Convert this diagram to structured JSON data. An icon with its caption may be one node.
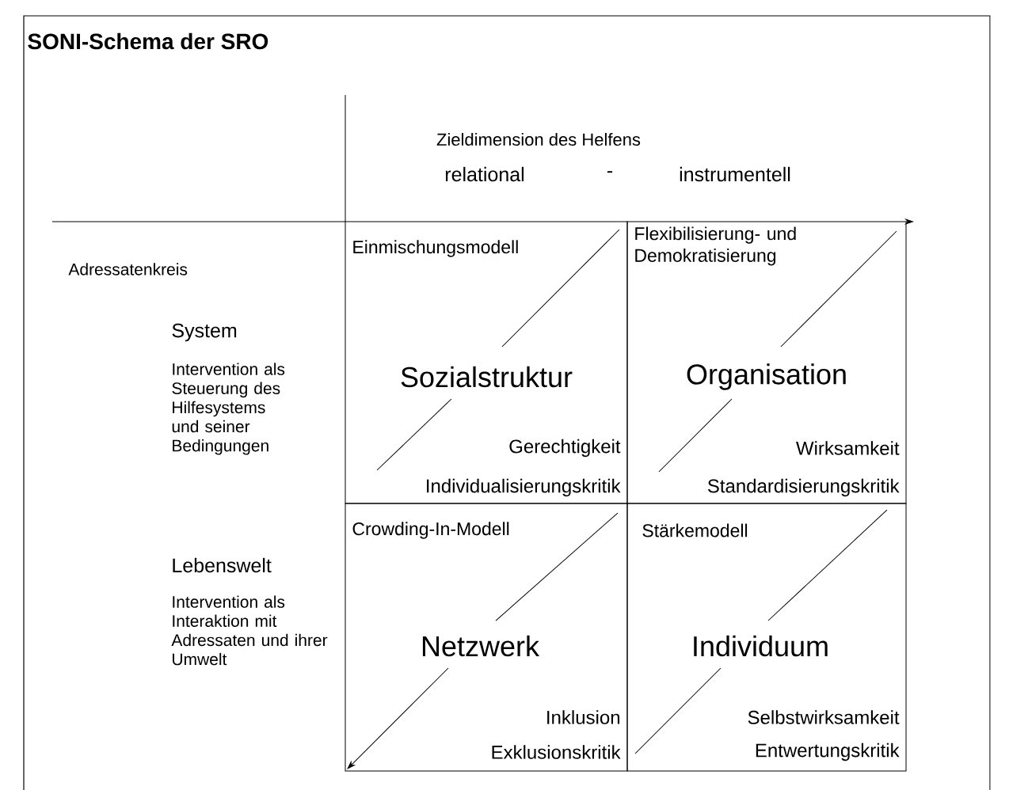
{
  "diagram": {
    "title": "SONI-Schema der SRO",
    "nodes": [
      {
        "text": [
          "Einmischungsmodell",
          "Sozialstruktur",
          "Gerechtigkeit",
          "Individualisierungskritik"
        ]
      },
      {
        "text": [
          "Flexibilisierung- und Demokratisierung",
          "Organisation",
          "Wirksamkeit",
          "Standardisierungskritik"
        ]
      },
      {
        "text": [
          "Crowding-In-Modell",
          "Netzwerk",
          "Inklusion",
          "Exklusionskritik"
        ]
      },
      {
        "text": [
          "Stärkemodell",
          "Individuum",
          "Selbstwirksamkeit",
          "Entwertungskritik"
        ]
      }
    ],
    "edges": [],
    "labels": [
      "Zieldimension des Helfens",
      "relational",
      "-",
      "instrumentell",
      "Adressatenkreis",
      "System",
      "Intervention als Steuerung des Hilfesystems und seiner Bedingungen",
      "Lebenswelt",
      "Intervention als Interaktion mit Adressaten und ihrer Umwelt"
    ]
  }
}
